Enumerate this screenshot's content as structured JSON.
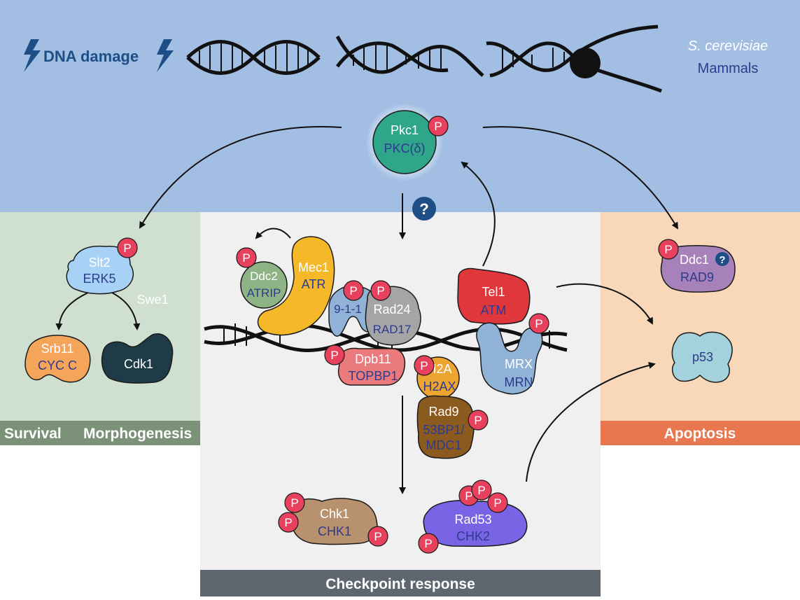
{
  "header": {
    "damage_label": "DNA damage",
    "legend_species_1": "S. cerevisiae",
    "legend_species_2": "Mammals"
  },
  "colors": {
    "top_band": "#a2bee3",
    "left_panel": "#cfe0d0",
    "center_panel": "#f0f0f0",
    "right_panel": "#f8d8b8",
    "left_footer": "#7b9279",
    "center_footer": "#5e6670",
    "right_footer": "#e8764f",
    "yeast_text": "#ffffff",
    "mammal_text": "#2e3a8c",
    "phospho": "#e8415e",
    "question_badge": "#1d4f86"
  },
  "proteins": {
    "pkc1": {
      "yeast": "Pkc1",
      "mammal": "PKC(δ)"
    },
    "slt2": {
      "yeast": "Slt2",
      "mammal": "ERK5"
    },
    "swe1": "Swe1",
    "srb11": {
      "yeast": "Srb11",
      "mammal": "CYC C"
    },
    "cdk1": "Cdk1",
    "ddc2": {
      "yeast": "Ddc2",
      "mammal": "ATRIP"
    },
    "mec1": {
      "yeast": "Mec1",
      "mammal": "ATR"
    },
    "ring911": "9-1-1",
    "rad24": {
      "yeast": "Rad24",
      "mammal": "RAD17"
    },
    "dpb11": {
      "yeast": "Dpb11",
      "mammal": "TOPBP1"
    },
    "h2a": {
      "yeast": "H2A",
      "mammal": "H2AX"
    },
    "rad9": {
      "yeast": "Rad9",
      "mammal_1": "53BP1/",
      "mammal_2": "MDC1"
    },
    "tel1": {
      "yeast": "Tel1",
      "mammal": "ATM"
    },
    "mrx": {
      "yeast": "MRX",
      "mammal": "MRN"
    },
    "ddc1": {
      "yeast": "Ddc1",
      "mammal": "RAD9"
    },
    "p53": "p53",
    "chk1": {
      "yeast": "Chk1",
      "mammal": "CHK1"
    },
    "rad53": {
      "yeast": "Rad53",
      "mammal": "CHK2"
    }
  },
  "badges": {
    "phospho_label": "P",
    "question_label": "?"
  },
  "footers": {
    "survival": "Survival",
    "morphogenesis": "Morphogenesis",
    "checkpoint": "Checkpoint response",
    "apoptosis": "Apoptosis"
  }
}
